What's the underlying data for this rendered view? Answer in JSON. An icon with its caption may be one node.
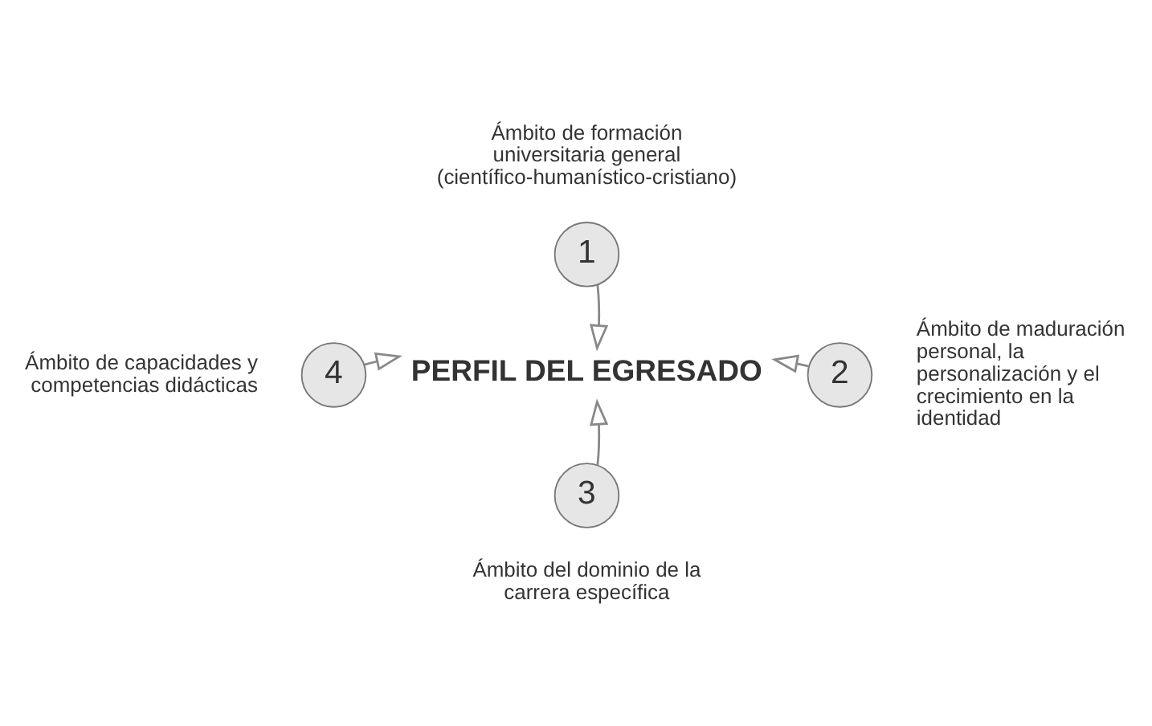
{
  "diagram": {
    "nodes": [
      {
        "text": [
          "PERFIL DEL EGRESADO"
        ]
      },
      {
        "text": [
          "1"
        ],
        "beside": [
          "Ámbito de formación universitaria general (científico-humanístico-cristiano)"
        ]
      },
      {
        "text": [
          "2"
        ],
        "beside": [
          "Ámbito de maduración personal, la personalización y el crecimiento en la identidad"
        ]
      },
      {
        "text": [
          "3"
        ],
        "beside": [
          "Ámbito del dominio de la carrera específica"
        ]
      },
      {
        "text": [
          "4"
        ],
        "beside": [
          "Ámbito de capacidades y competencias didácticas"
        ]
      }
    ],
    "edges": [
      {
        "from": 1,
        "to": 0,
        "arrow": "to"
      },
      {
        "from": 2,
        "to": 0,
        "arrow": "to"
      },
      {
        "from": 3,
        "to": 0,
        "arrow": "to"
      },
      {
        "from": 4,
        "to": 0,
        "arrow": "to"
      }
    ]
  }
}
